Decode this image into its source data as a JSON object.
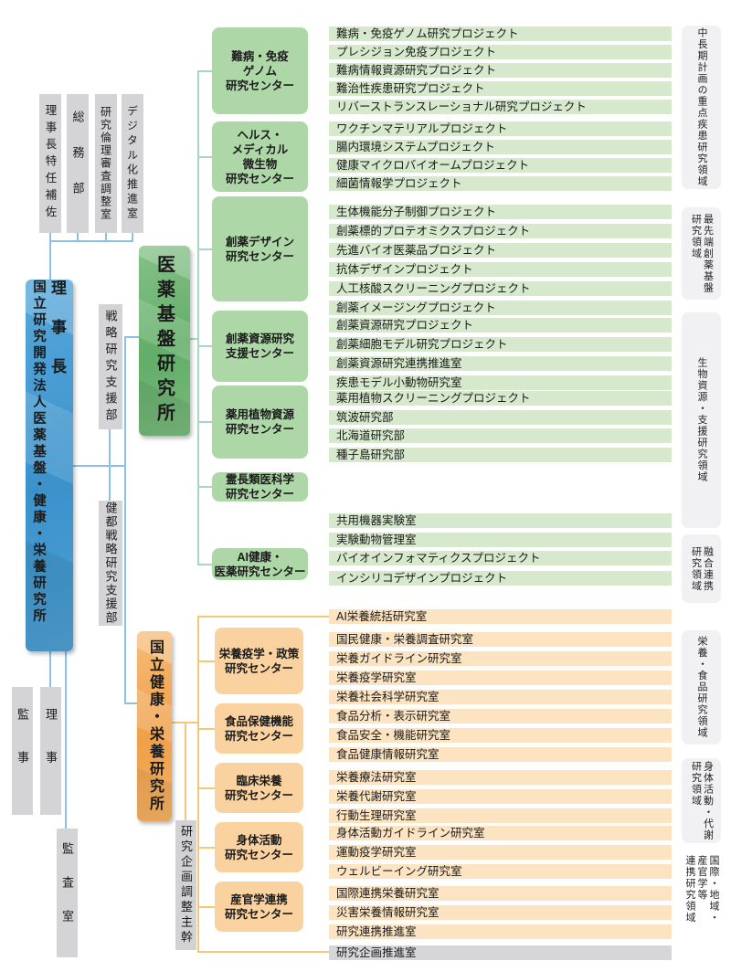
{
  "colors": {
    "corporation_blue": "#3b92cb",
    "nibn_green": "#62ad68",
    "nihn_orange": "#efa049",
    "green_bar": "#d7e9cd",
    "green_center": "#aed7a8",
    "orange_bar": "#fce4c2",
    "orange_center": "#fad2a0",
    "gray_box": "#d4d4d6",
    "line_blue": "#8fbfe6",
    "line_green": "#a9d6bf",
    "line_orange": "#f3c878"
  },
  "corporation": {
    "name": "国立研究開発法人医薬基盤・健康・栄養研究所",
    "president": "理事長"
  },
  "top_departments": [
    "理事長特任補佐",
    "総務部",
    "研究倫理審査調整室",
    "デジタル化推進室"
  ],
  "support_departments": [
    "戦略研究支援部",
    "健都戦略研究支援部"
  ],
  "executives": [
    "監事",
    "理事"
  ],
  "audit_office": "監査室",
  "nibn": {
    "name": "医薬基盤研究所",
    "centers": [
      "難病・免疫\nゲノム\n研究センター",
      "ヘルス・\nメディカル\n微生物\n研究センター",
      "創薬デザイン\n研究センター",
      "創薬資源研究\n支援センター",
      "薬用植物資源\n研究センター",
      "霊長類医科学\n研究センター",
      "AI健康・\n医薬研究センター"
    ],
    "project_groups": [
      [
        "難病・免疫ゲノム研究プロジェクト",
        "プレシジョン免疫プロジェクト",
        "難病情報資源研究プロジェクト",
        "難治性疾患研究プロジェクト",
        "リバーストランスレーショナル研究プロジェクト"
      ],
      [
        "ワクチンマテリアルプロジェクト",
        "腸内環境システムプロジェクト",
        "健康マイクロバイオームプロジェクト",
        "細菌情報学プロジェクト"
      ],
      [
        "生体機能分子制御プロジェクト",
        "創薬標的プロテオミクスプロジェクト",
        "先進バイオ医薬品プロジェクト",
        "抗体デザインプロジェクト",
        "人工核酸スクリーニングプロジェクト",
        "創薬イメージングプロジェクト"
      ],
      [
        "創薬資源研究プロジェクト",
        "創薬細胞モデル研究プロジェクト",
        "創薬資源研究連携推進室",
        "疾患モデル小動物研究室"
      ],
      [
        "薬用植物スクリーニングプロジェクト",
        "筑波研究部",
        "北海道研究部",
        "種子島研究部"
      ],
      [
        "共用機器実験室",
        "実験動物管理室"
      ],
      [
        "バイオインフォマティクスプロジェクト",
        "インシリコデザインプロジェクト"
      ]
    ]
  },
  "nihn": {
    "name": "国立健康・栄養研究所",
    "coordinator": "研究企画調整主幹",
    "centers": [
      "栄養疫学・政策\n研究センター",
      "食品保健機能\n研究センター",
      "臨床栄養\n研究センター",
      "身体活動\n研究センター",
      "産官学連携\n研究センター"
    ],
    "project_groups": [
      [
        "AI栄養統括研究室"
      ],
      [
        "国民健康・栄養調査研究室",
        "栄養ガイドライン研究室",
        "栄養疫学研究室",
        "栄養社会科学研究室",
        "食品分析・表示研究室",
        "食品安全・機能研究室",
        "食品健康情報研究室"
      ],
      [
        "栄養療法研究室",
        "栄養代謝研究室",
        "行動生理研究室"
      ],
      [
        "身体活動ガイドライン研究室",
        "運動疫学研究室",
        "ウェルビーイング研究室"
      ],
      [
        "国際連携栄養研究室",
        "災害栄養情報研究室",
        "研究連携推進室"
      ],
      [
        "研究企画推進室"
      ]
    ]
  },
  "research_domains": [
    "中長期計画の重点疾患研究領域",
    "最先端創薬基盤\n研究領域",
    "生物資源・支援研究領域",
    "融合連携\n研究領域",
    "栄養・食品研究領域",
    "身体活動・代謝\n研究領域",
    "国際・地域・\n産官学等\n連携研究領域"
  ]
}
